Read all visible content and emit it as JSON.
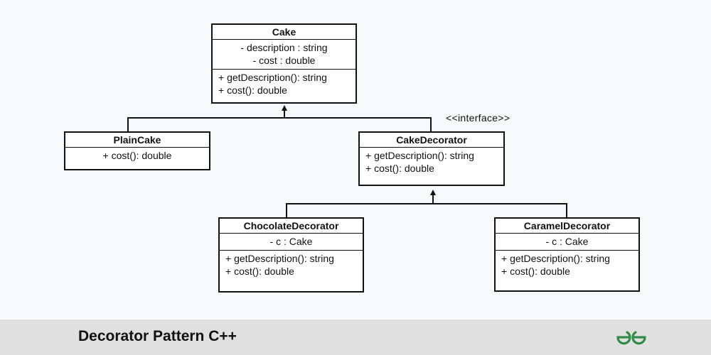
{
  "diagram": {
    "classes": {
      "cake": {
        "name": "Cake",
        "attributes": [
          "-   description : string",
          "-   cost : double"
        ],
        "operations": [
          "+  getDescription(): string",
          "+  cost(): double"
        ]
      },
      "plain_cake": {
        "name": "PlainCake",
        "operations": [
          "+  cost(): double"
        ]
      },
      "cake_decorator": {
        "name": "CakeDecorator",
        "stereotype": "<<interface>>",
        "operations": [
          "+  getDescription(): string",
          "+  cost(): double"
        ]
      },
      "chocolate_decorator": {
        "name": "ChocolateDecorator",
        "attributes": [
          "-   c : Cake"
        ],
        "operations": [
          "+  getDescription(): string",
          "+  cost(): double"
        ]
      },
      "caramel_decorator": {
        "name": "CaramelDecorator",
        "attributes": [
          "-   c : Cake"
        ],
        "operations": [
          "+  getDescription(): string",
          "+  cost(): double"
        ]
      }
    },
    "relations": [
      {
        "from": "PlainCake",
        "to": "Cake",
        "type": "inheritance"
      },
      {
        "from": "CakeDecorator",
        "to": "Cake",
        "type": "inheritance"
      },
      {
        "from": "ChocolateDecorator",
        "to": "CakeDecorator",
        "type": "inheritance"
      },
      {
        "from": "CaramelDecorator",
        "to": "CakeDecorator",
        "type": "inheritance"
      }
    ]
  },
  "footer": {
    "title": "Decorator Pattern C++",
    "logo_color": "#2f8d46"
  }
}
